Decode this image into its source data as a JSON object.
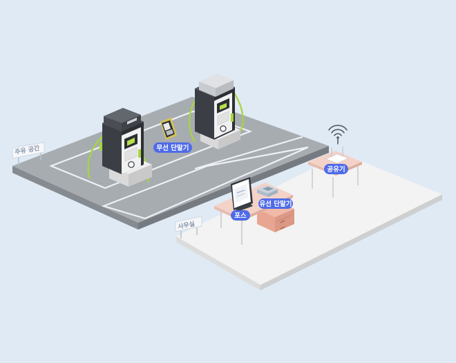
{
  "labels": {
    "wireless_terminal": "무선 단말기",
    "pos": "포스",
    "wired_terminal": "유선 단말기",
    "router": "공유기"
  },
  "signs": {
    "fuel_area": "주유 공간",
    "office": "사무실"
  },
  "colors": {
    "background": "#dfeaf4",
    "pill": "#4f6be8",
    "asphalt": "#a7acb1",
    "office_floor": "#f3f3f3",
    "desk_top": "#f1c7bb",
    "cable": "#a6d63a"
  },
  "icons": [
    "wifi-signal-icon"
  ]
}
